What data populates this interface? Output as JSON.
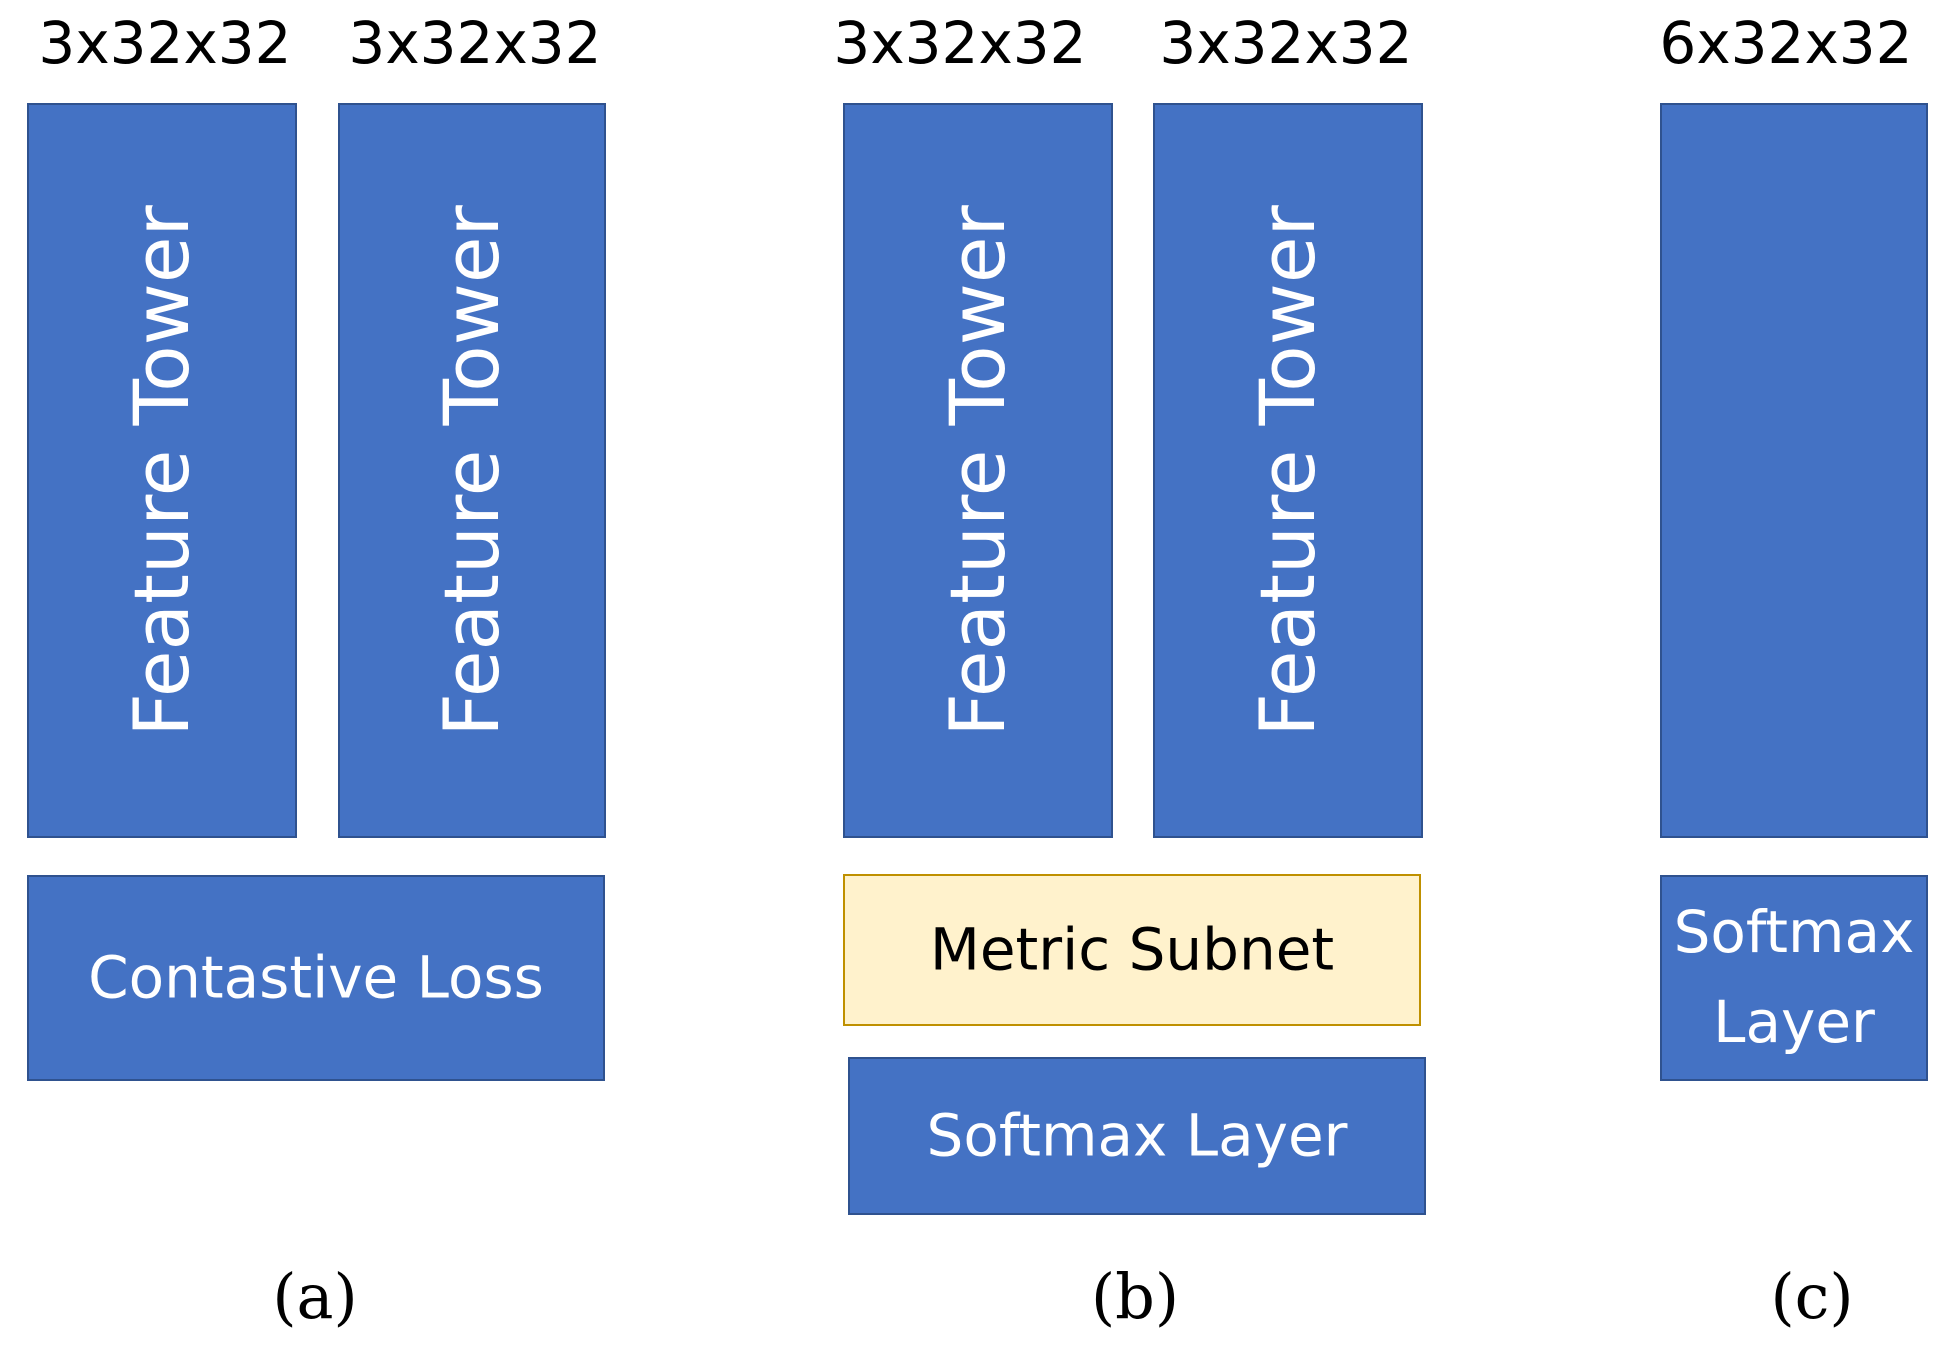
{
  "panel_a": {
    "input_1": "3x32x32",
    "input_2": "3x32x32",
    "tower_1": "Feature Tower",
    "tower_2": "Feature Tower",
    "loss": "Contastive Loss",
    "caption": "(a)"
  },
  "panel_b": {
    "input_1": "3x32x32",
    "input_2": "3x32x32",
    "tower_1": "Feature Tower",
    "tower_2": "Feature Tower",
    "metric": "Metric Subnet",
    "softmax": "Softmax Layer",
    "caption": "(b)"
  },
  "panel_c": {
    "input": "6x32x32",
    "softmax_line1": "Softmax",
    "softmax_line2": "Layer",
    "caption": "(c)"
  },
  "colors": {
    "block_fill": "#4472c4",
    "block_border": "#2f528f",
    "metric_fill": "#fff2cc",
    "metric_border": "#bf9000"
  }
}
